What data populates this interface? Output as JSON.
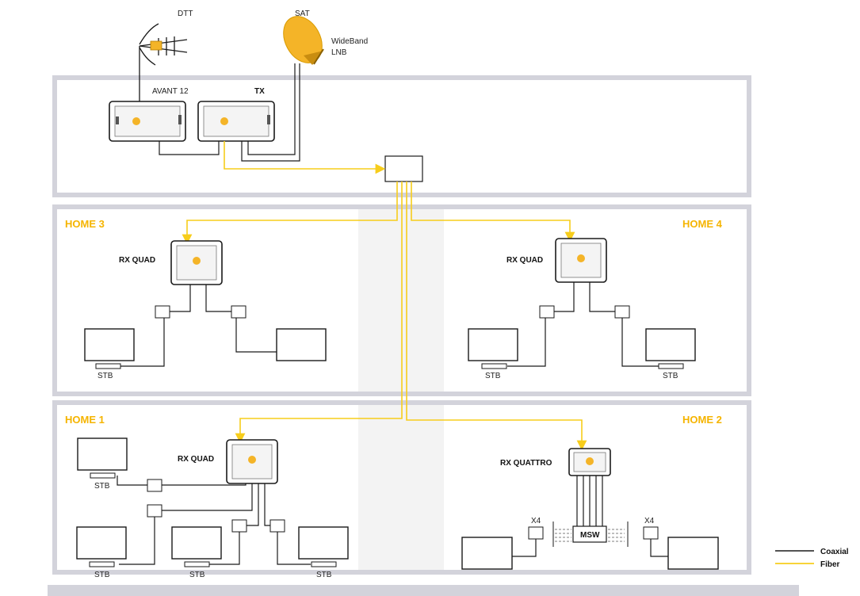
{
  "antennas": {
    "dtt": "DTT",
    "sat": "SAT",
    "lnb": "WideBand\nLNB"
  },
  "headend": {
    "avant": "AVANT 12",
    "tx": "TX"
  },
  "homes": {
    "home3": {
      "title": "HOME 3",
      "rx": "RX QUAD",
      "stb": "STB"
    },
    "home4": {
      "title": "HOME 4",
      "rx": "RX QUAD",
      "stb": [
        "STB",
        "STB"
      ]
    },
    "home1": {
      "title": "HOME 1",
      "rx": "RX QUAD",
      "stb": [
        "STB",
        "STB",
        "STB",
        "STB"
      ]
    },
    "home2": {
      "title": "HOME 2",
      "rx": "RX QUATTRO",
      "msw": "MSW",
      "mult_left": "X4",
      "mult_right": "X4"
    }
  },
  "legend": {
    "coaxial": "Coaxial",
    "fiber": "Fiber"
  },
  "colors": {
    "fiber": "#f7cd1b",
    "coaxial": "#1a1a1a",
    "accent": "#f5b400",
    "wall": "#d3d3db",
    "device_led": "#f4b428"
  }
}
